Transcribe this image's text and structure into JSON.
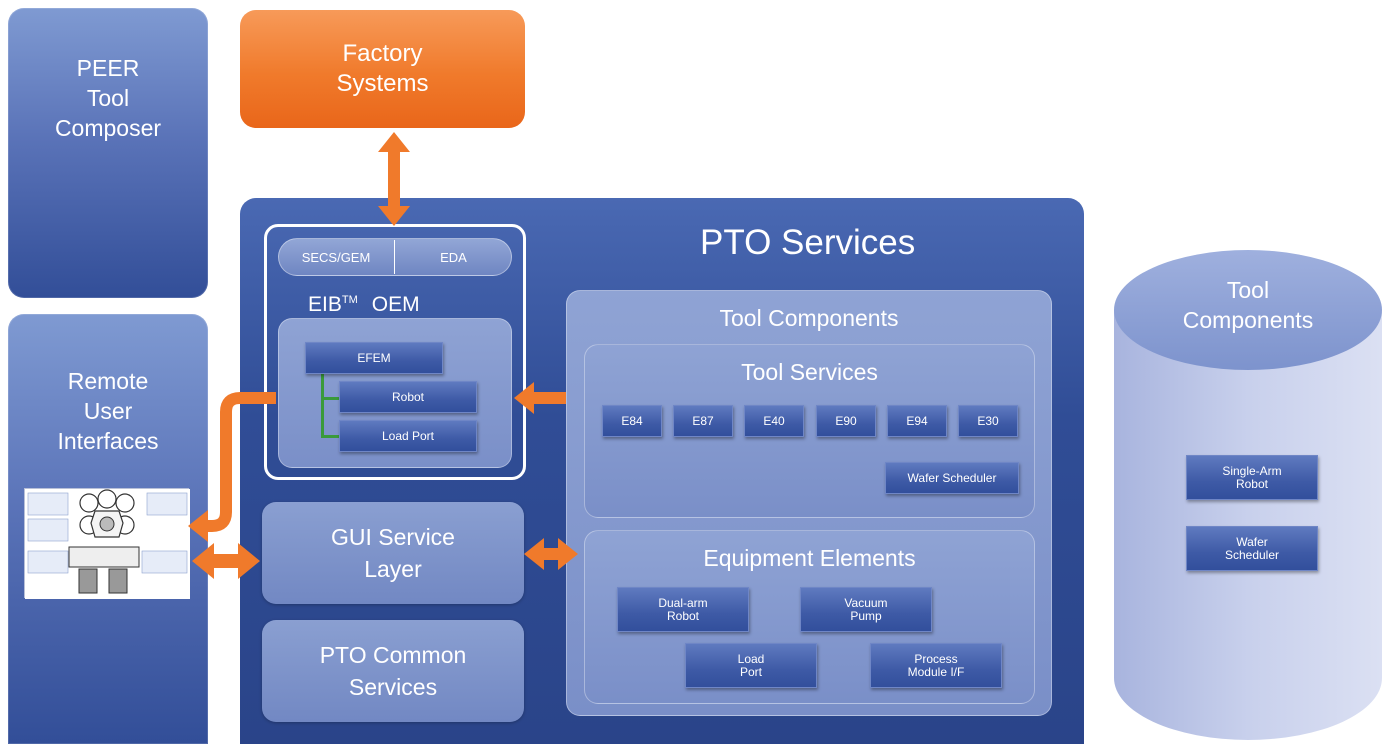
{
  "peer_tool_composer": {
    "label": "PEER\nTool\nComposer"
  },
  "factory_systems": {
    "label": "Factory\nSystems"
  },
  "remote_ui": {
    "label": "Remote\nUser\nInterfaces"
  },
  "pto_services": {
    "title": "PTO Services",
    "eib": {
      "secs_gem": "SECS/GEM",
      "eda": "EDA",
      "eib_label": "EIB",
      "tm": "TM",
      "oem": "OEM",
      "efem": "EFEM",
      "robot": "Robot",
      "load_port": "Load Port"
    },
    "gui_service": "GUI Service\nLayer",
    "common_services": "PTO Common\nServices",
    "tool_components": {
      "title": "Tool Components",
      "tool_services": {
        "title": "Tool Services",
        "items": [
          "E84",
          "E87",
          "E40",
          "E90",
          "E94",
          "E30"
        ],
        "wafer_scheduler": "Wafer Scheduler"
      },
      "equipment_elements": {
        "title": "Equipment Elements",
        "dual_arm_robot": "Dual-arm\nRobot",
        "vacuum_pump": "Vacuum\nPump",
        "load_port": "Load\nPort",
        "process_module": "Process\nModule I/F"
      }
    }
  },
  "tool_components_db": {
    "label": "Tool\nComponents",
    "single_arm_robot": "Single-Arm\nRobot",
    "wafer_scheduler": "Wafer\nScheduler"
  },
  "colors": {
    "orange": "#f07a2b",
    "navy": "#2f4b93",
    "green": "#3a9a3a"
  }
}
